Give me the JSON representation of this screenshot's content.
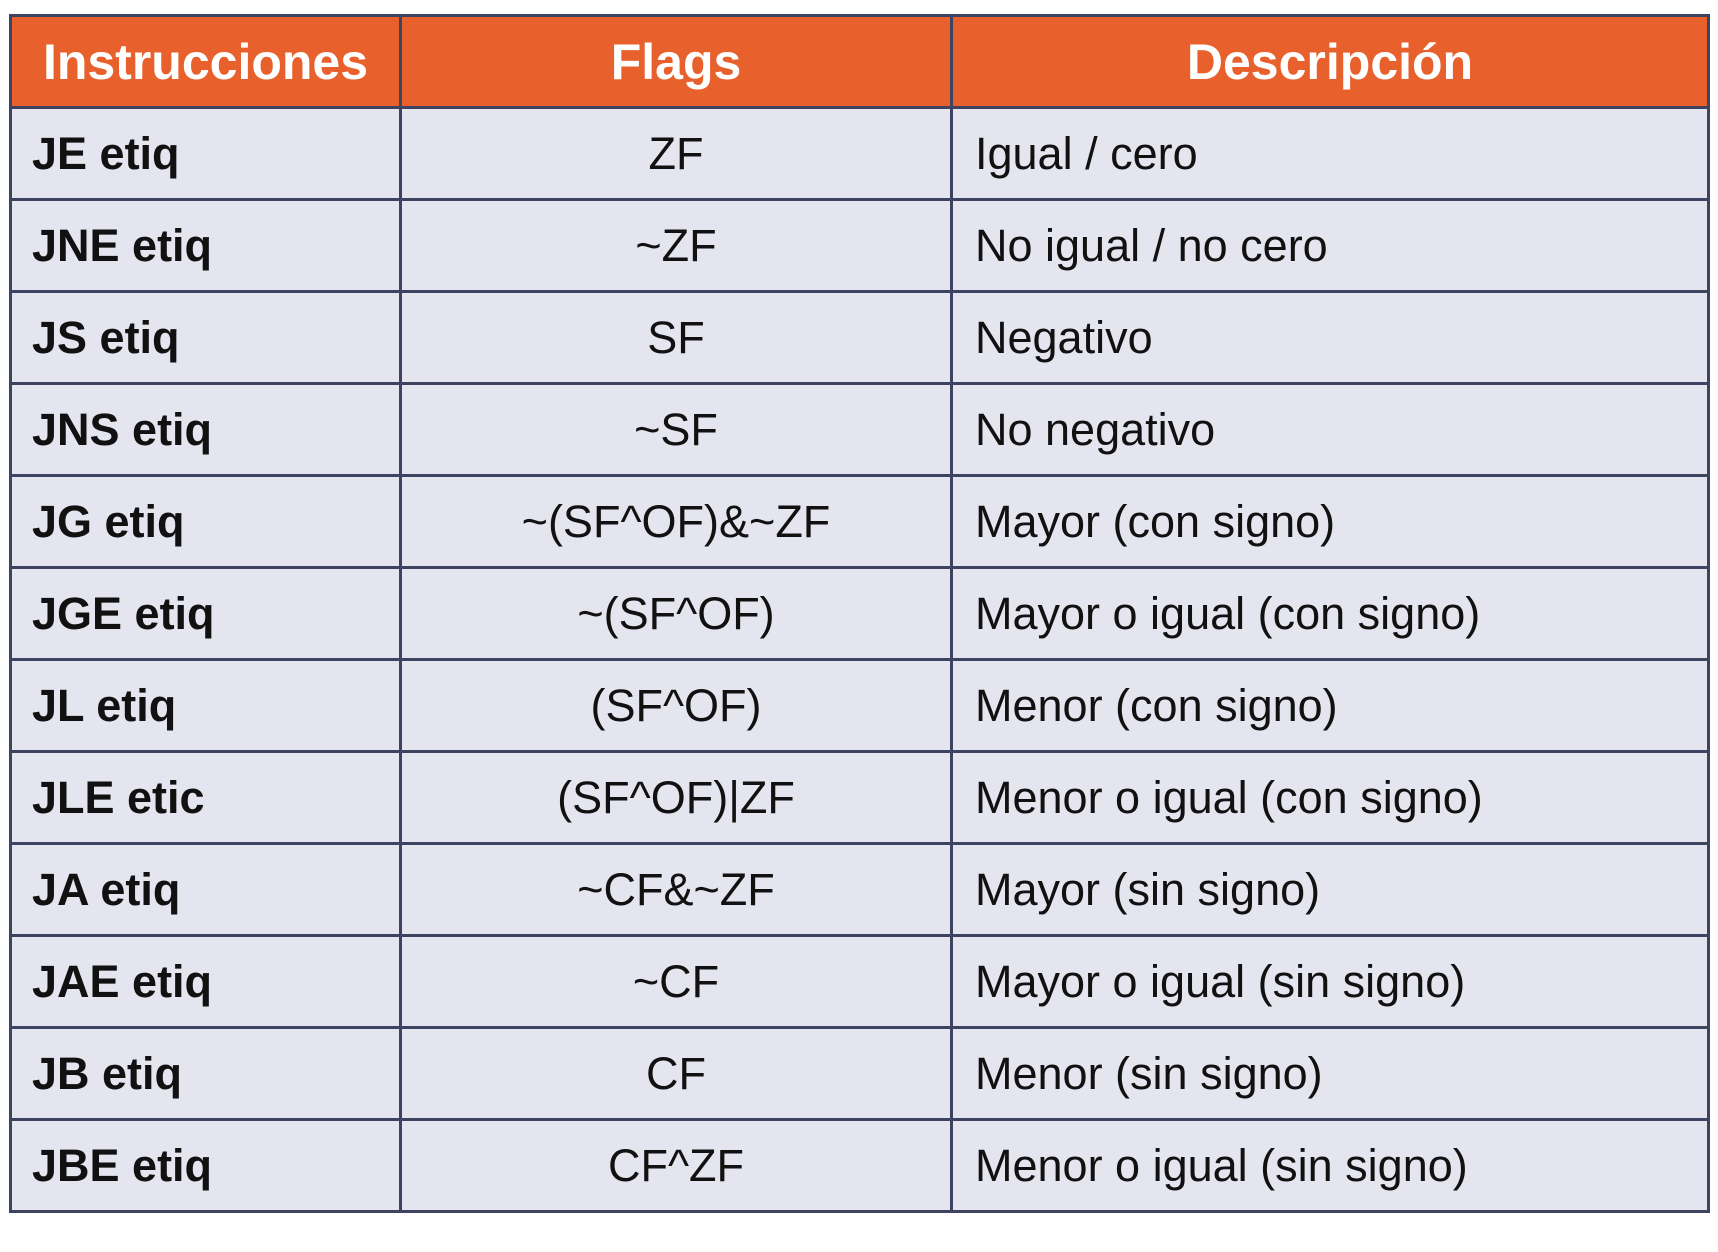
{
  "table": {
    "headers": [
      "Instrucciones",
      "Flags",
      "Descripción"
    ],
    "rows": [
      {
        "instruction": "JE etiq",
        "flags": "ZF",
        "description": "Igual / cero"
      },
      {
        "instruction": "JNE etiq",
        "flags": "~ZF",
        "description": "No igual / no cero"
      },
      {
        "instruction": "JS etiq",
        "flags": "SF",
        "description": "Negativo"
      },
      {
        "instruction": "JNS etiq",
        "flags": "~SF",
        "description": "No negativo"
      },
      {
        "instruction": "JG etiq",
        "flags": "~(SF^OF)&~ZF",
        "description": "Mayor (con signo)"
      },
      {
        "instruction": "JGE etiq",
        "flags": "~(SF^OF)",
        "description": "Mayor o igual (con signo)"
      },
      {
        "instruction": "JL etiq",
        "flags": "(SF^OF)",
        "description": "Menor (con signo)"
      },
      {
        "instruction": "JLE etic",
        "flags": "(SF^OF)|ZF",
        "description": "Menor o igual (con signo)"
      },
      {
        "instruction": "JA etiq",
        "flags": "~CF&~ZF",
        "description": "Mayor (sin signo)"
      },
      {
        "instruction": "JAE etiq",
        "flags": "~CF",
        "description": "Mayor o igual (sin signo)"
      },
      {
        "instruction": "JB etiq",
        "flags": "CF",
        "description": "Menor (sin signo)"
      },
      {
        "instruction": "JBE etiq",
        "flags": "CF^ZF",
        "description": "Menor o igual (sin signo)"
      }
    ]
  },
  "colors": {
    "header_bg": "#e8612c",
    "header_text": "#ffffff",
    "row_bg": "#e4e5ef",
    "border": "#3d4360"
  }
}
